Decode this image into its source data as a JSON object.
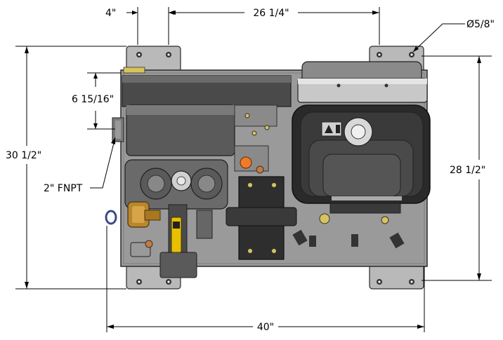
{
  "dimensions": {
    "left_foot_width": "4\"",
    "foot_spacing": "26 1/4\"",
    "hole_diameter": "Ø5/8\"",
    "pipe_height": "6 15/16\"",
    "overall_height": "30 1/2\"",
    "foot_height": "28 1/2\"",
    "pipe_connection": "2\" FNPT",
    "overall_width": "40\""
  },
  "colors": {
    "plate": "#9a9a9a",
    "metal_dark": "#3a3a3a",
    "metal_mid": "#6e6e6e",
    "metal_light": "#c8c8c8",
    "brass": "#b8862b",
    "yellow": "#e8c000",
    "orange": "#f07a2a",
    "bolt_yellow": "#d8c45a",
    "dimension_line": "#000000"
  }
}
